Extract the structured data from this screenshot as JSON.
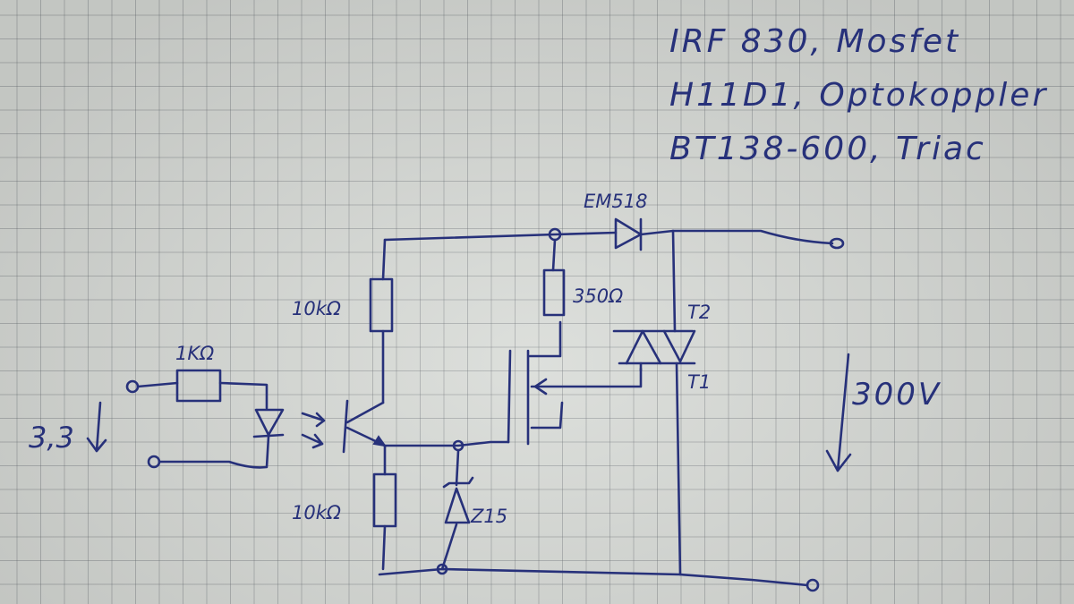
{
  "notes": [
    "IRF 830, Mosfet",
    "H11D1, Optokoppler",
    "BT138-600, Triac"
  ],
  "labels": {
    "diode": "EM518",
    "r_collector": "10kΩ",
    "r_gate": "350Ω",
    "triac_t2": "T2",
    "triac_t1": "T1",
    "r_input": "1KΩ",
    "input_voltage": "3,3",
    "r_emitter": "10kΩ",
    "zener": "Z15",
    "output_voltage": "300V"
  },
  "colors": {
    "ink": "#27317a",
    "paper": "#d9dcd8"
  }
}
